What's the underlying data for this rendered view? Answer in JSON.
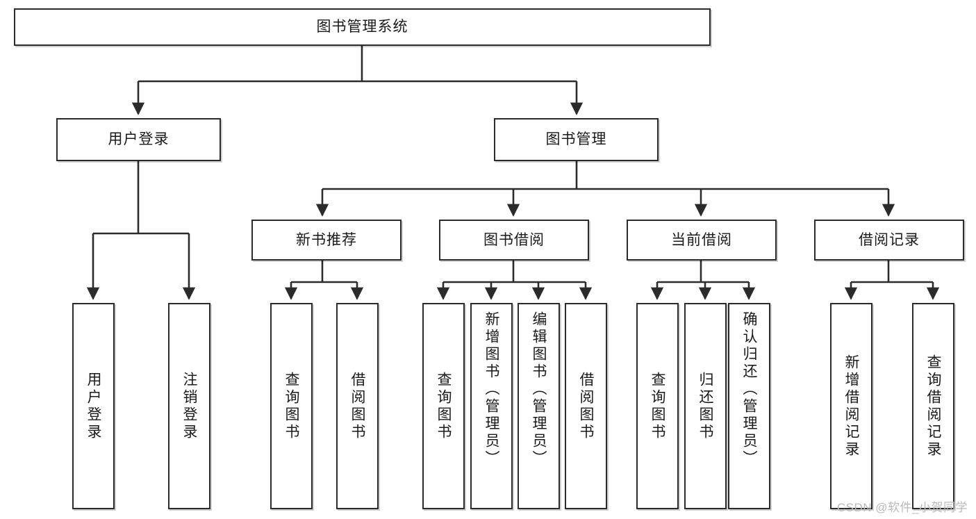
{
  "diagram": {
    "type": "tree",
    "title": "图书管理系统",
    "root": {
      "label": "图书管理系统"
    },
    "level2": [
      {
        "label": "用户登录"
      },
      {
        "label": "图书管理"
      }
    ],
    "level3": [
      {
        "label": "新书推荐"
      },
      {
        "label": "图书借阅"
      },
      {
        "label": "当前借阅"
      },
      {
        "label": "借阅记录"
      }
    ],
    "leaves": {
      "user_login": [
        {
          "label": "用户登录"
        },
        {
          "label": "注销登录"
        }
      ],
      "new_book": [
        {
          "label": "查询图书"
        },
        {
          "label": "借阅图书"
        }
      ],
      "book_borrow": [
        {
          "label": "查询图书"
        },
        {
          "label": "新增图书（管理员）"
        },
        {
          "label": "编辑图书（管理员）"
        },
        {
          "label": "借阅图书"
        }
      ],
      "current_borrow": [
        {
          "label": "查询图书"
        },
        {
          "label": "归还图书"
        },
        {
          "label": "确认归还（管理员）"
        }
      ],
      "borrow_record": [
        {
          "label": "新增借阅记录"
        },
        {
          "label": "查询借阅记录"
        }
      ]
    }
  },
  "watermark": {
    "text": "CSDN @软件_小贺同学"
  },
  "colors": {
    "box_border": "#2b2b2b",
    "box_fill": "#ffffff",
    "line": "#2b2b2b",
    "text": "#1a1a1a",
    "watermark": "#b9b9b9"
  }
}
